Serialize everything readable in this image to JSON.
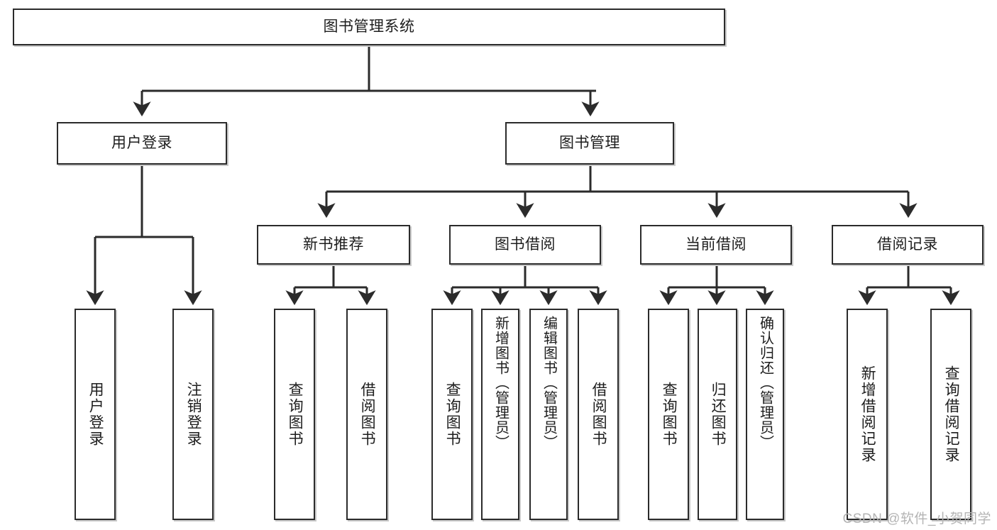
{
  "diagram": {
    "type": "tree",
    "title": "图书管理系统",
    "root": {
      "label": "图书管理系统"
    },
    "level1": [
      {
        "label": "用户登录"
      },
      {
        "label": "图书管理"
      }
    ],
    "level2": [
      {
        "label": "新书推荐"
      },
      {
        "label": "图书借阅"
      },
      {
        "label": "当前借阅"
      },
      {
        "label": "借阅记录"
      }
    ],
    "leaves": {
      "user_login": [
        {
          "label": "用户登录"
        },
        {
          "label": "注销登录"
        }
      ],
      "new_book": [
        {
          "label": "查询图书"
        },
        {
          "label": "借阅图书"
        }
      ],
      "book_borrow": [
        {
          "label": "查询图书"
        },
        {
          "label": "新增图书（管理员）"
        },
        {
          "label": "编辑图书（管理员）"
        },
        {
          "label": "借阅图书"
        }
      ],
      "current_borrow": [
        {
          "label": "查询图书"
        },
        {
          "label": "归还图书"
        },
        {
          "label": "确认归还（管理员）"
        }
      ],
      "borrow_record": [
        {
          "label": "新增借阅记录"
        },
        {
          "label": "查询借阅记录"
        }
      ]
    }
  },
  "watermark": {
    "text": "CSDN @软件_小贺同学"
  },
  "colors": {
    "stroke": "#2b2b2b",
    "fill": "#ffffff",
    "text": "#1d1d1d",
    "watermark": "#b4b4b4"
  }
}
